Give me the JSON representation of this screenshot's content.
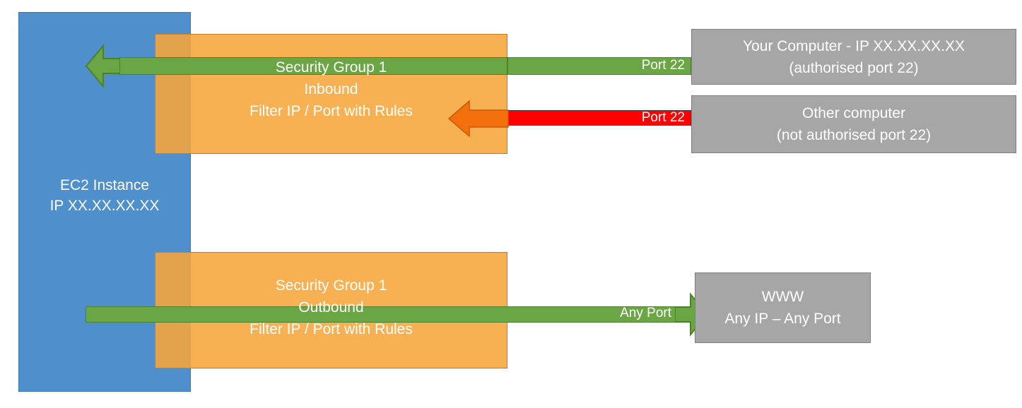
{
  "diagram": {
    "title": "AWS EC2 Security Group inbound / outbound traffic filtering",
    "colors": {
      "ec2_blue": "#4E8FCC",
      "security_group_orange": "#F7A63A",
      "allowed_green": "#6BA644",
      "blocked_red": "#FF0000",
      "blocked_arrow_orange": "#F4700C",
      "external_grey": "#A6A6A6",
      "text_white": "#FFFFFF"
    }
  },
  "ec2": {
    "line1": "EC2 Instance",
    "line2": "IP XX.XX.XX.XX"
  },
  "security_group_inbound": {
    "line1": "Security Group 1",
    "line2": "Inbound",
    "line3": "Filter IP / Port with Rules"
  },
  "security_group_outbound": {
    "line1": "Security Group 1",
    "line2": "Outbound",
    "line3": "Filter IP / Port with Rules"
  },
  "flows": {
    "allowed_inbound_label": "Port 22",
    "blocked_inbound_label": "Port 22",
    "outbound_label": "Any Port"
  },
  "external": {
    "your_computer": {
      "line1": "Your Computer - IP XX.XX.XX.XX",
      "line2": "(authorised port 22)"
    },
    "other_computer": {
      "line1": "Other computer",
      "line2": "(not authorised port 22)"
    },
    "www": {
      "line1": "WWW",
      "line2": "Any IP – Any Port"
    }
  }
}
